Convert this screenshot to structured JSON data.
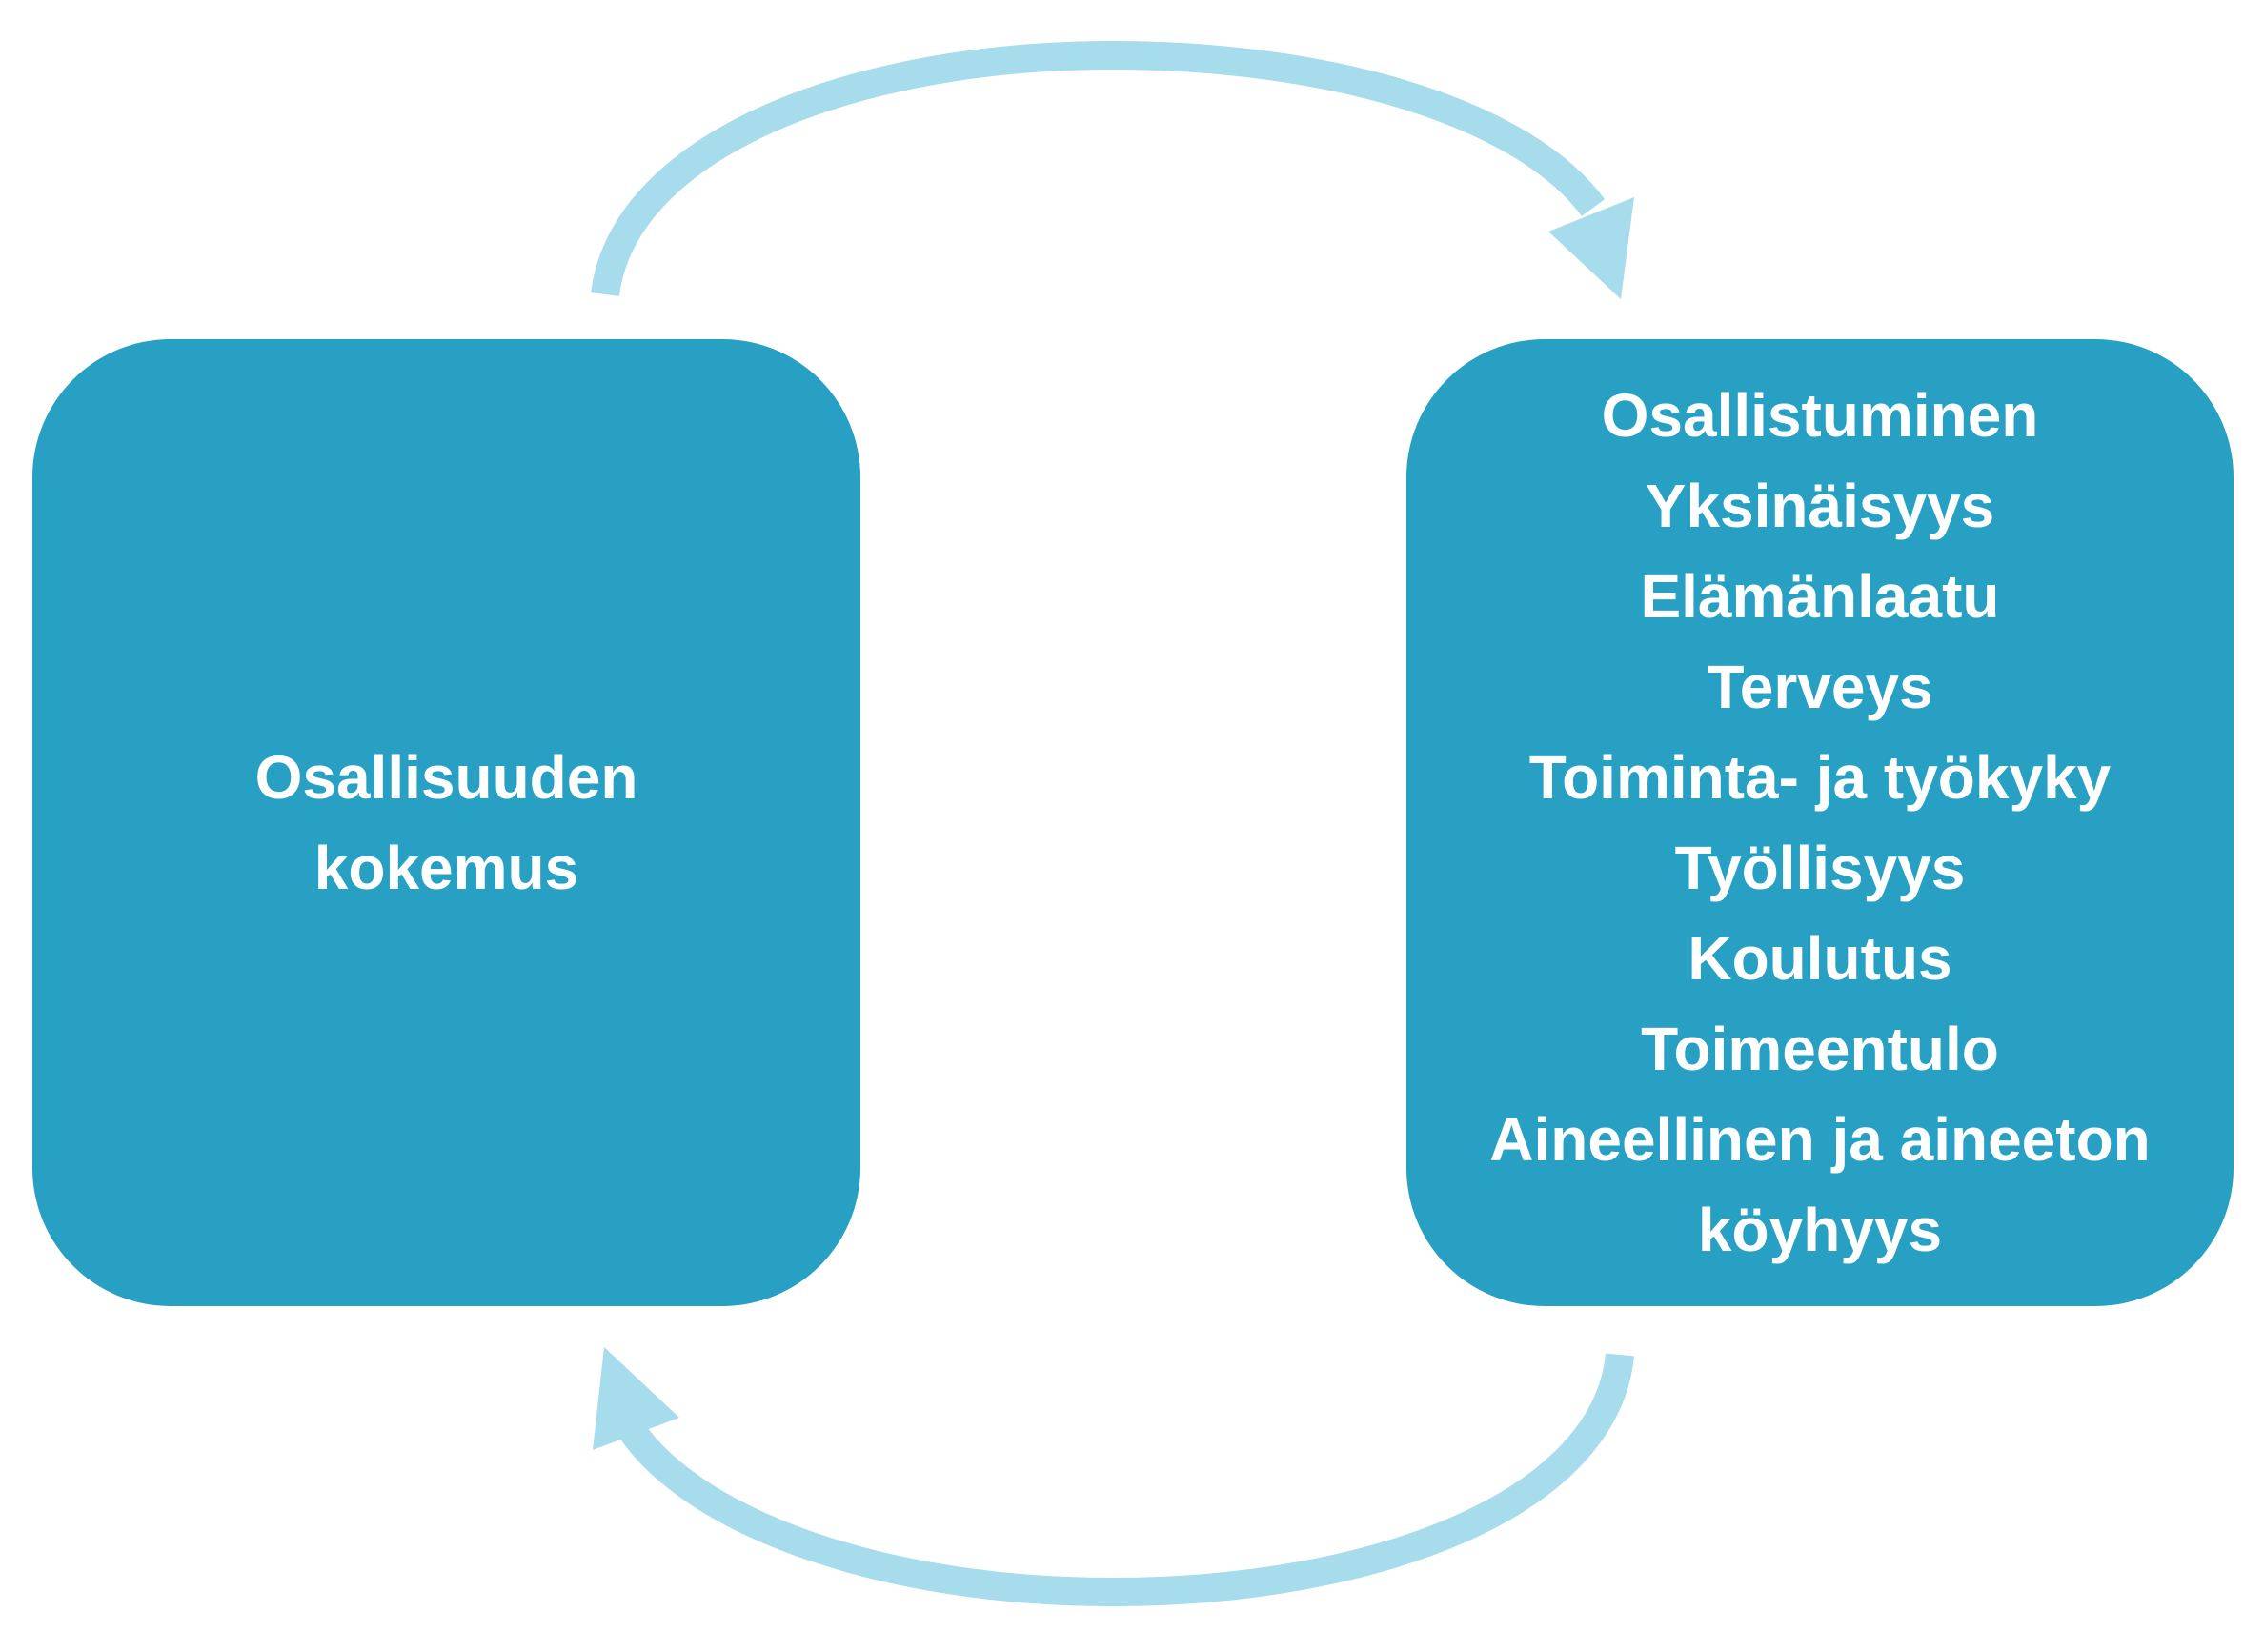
{
  "colors": {
    "box": "#28A0C3",
    "arrow": "#A6DCEC",
    "text": "#FFFFFF"
  },
  "left_box": {
    "lines": [
      "Osallisuuden",
      "kokemus"
    ]
  },
  "right_box": {
    "lines": [
      "Osallistuminen",
      "Yksinäisyys",
      "Elämänlaatu",
      "Terveys",
      "Toiminta- ja työkyky",
      "Työllisyys",
      "Koulutus",
      "Toimeentulo",
      "Aineellinen ja aineeton",
      "köyhyys"
    ]
  }
}
